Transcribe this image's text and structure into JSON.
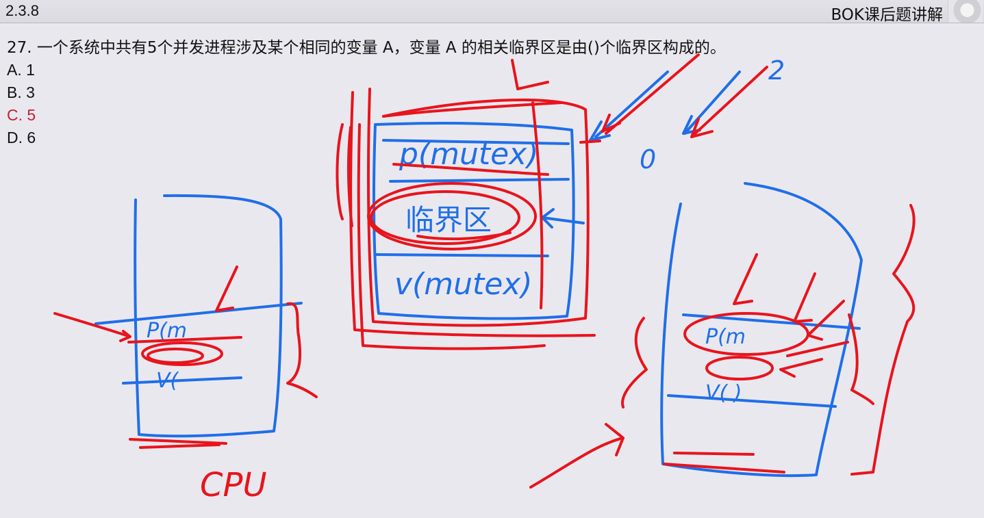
{
  "header": {
    "section_number": "2.3.8",
    "course_title": "BOK课后题讲解"
  },
  "question": {
    "text": "27. 一个系统中共有5个并发进程涉及某个相同的变量 A，变量 A 的相关临界区是由()个临界区构成的。",
    "options": [
      {
        "label": "A. 1",
        "correct": false
      },
      {
        "label": "B. 3",
        "correct": false
      },
      {
        "label": "C. 5",
        "correct": true
      },
      {
        "label": "D. 6",
        "correct": false
      }
    ]
  },
  "annotations": {
    "colors": {
      "blue": "#1f6fe8",
      "red": "#e8141c"
    },
    "handwritten_text": {
      "p_mutex": "p(mutex)",
      "critical_section": "临界区",
      "v_mutex": "v(mutex)",
      "cpu": "CPU",
      "small_p": "P(m",
      "small_v": "V(",
      "right_p": "P(m",
      "right_v": "V( )",
      "number_two": "2",
      "number_zero": "0"
    }
  }
}
